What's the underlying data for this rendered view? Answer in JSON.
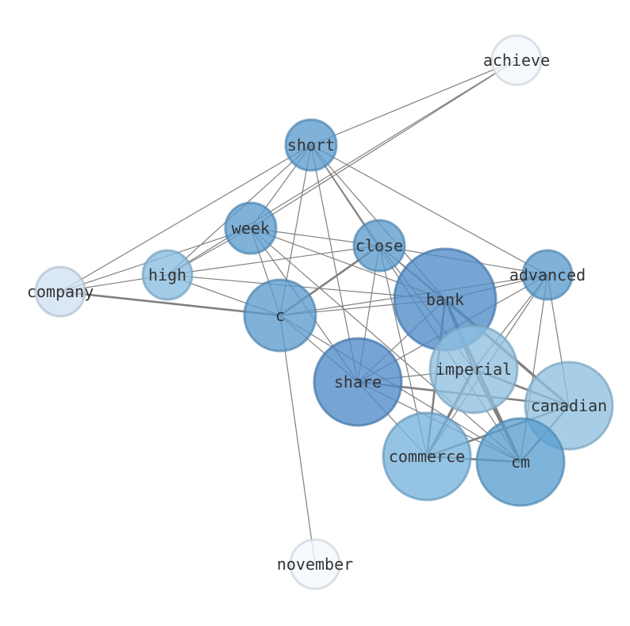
{
  "network": {
    "nodes": [
      {
        "id": "bank",
        "label": "bank",
        "color": "#4f8ac6"
      },
      {
        "id": "share",
        "label": "share",
        "color": "#4f8ac6"
      },
      {
        "id": "cm",
        "label": "cm",
        "color": "#5a9fd0"
      },
      {
        "id": "commerce",
        "label": "commerce",
        "color": "#77b2dc"
      },
      {
        "id": "canadian",
        "label": "canadian",
        "color": "#8fc0e0"
      },
      {
        "id": "imperial",
        "label": "imperial",
        "color": "#8fc0e0"
      },
      {
        "id": "c",
        "label": "c",
        "color": "#5b9bce"
      },
      {
        "id": "short",
        "label": "short",
        "color": "#5b9bce"
      },
      {
        "id": "week",
        "label": "week",
        "color": "#5b9bce"
      },
      {
        "id": "close",
        "label": "close",
        "color": "#5b9bce"
      },
      {
        "id": "advanced",
        "label": "advanced",
        "color": "#5b9bce"
      },
      {
        "id": "high",
        "label": "high",
        "color": "#88bde0"
      },
      {
        "id": "company",
        "label": "company",
        "color": "#cfe1f2"
      },
      {
        "id": "achieve",
        "label": "achieve",
        "color": "#f4f9fe"
      },
      {
        "id": "november",
        "label": "november",
        "color": "#f4f9fe"
      }
    ],
    "edges": [
      {
        "source": "achieve",
        "target": "short",
        "weight": 1
      },
      {
        "source": "achieve",
        "target": "week",
        "weight": 1
      },
      {
        "source": "achieve",
        "target": "high",
        "weight": 1
      },
      {
        "source": "short",
        "target": "company",
        "weight": 1
      },
      {
        "source": "short",
        "target": "week",
        "weight": 1
      },
      {
        "source": "short",
        "target": "high",
        "weight": 1
      },
      {
        "source": "short",
        "target": "c",
        "weight": 1
      },
      {
        "source": "short",
        "target": "share",
        "weight": 1
      },
      {
        "source": "short",
        "target": "close",
        "weight": 1
      },
      {
        "source": "short",
        "target": "bank",
        "weight": 1
      },
      {
        "source": "short",
        "target": "advanced",
        "weight": 1
      },
      {
        "source": "short",
        "target": "cm",
        "weight": 1
      },
      {
        "source": "week",
        "target": "company",
        "weight": 1
      },
      {
        "source": "week",
        "target": "high",
        "weight": 1
      },
      {
        "source": "week",
        "target": "c",
        "weight": 1
      },
      {
        "source": "week",
        "target": "close",
        "weight": 1
      },
      {
        "source": "week",
        "target": "bank",
        "weight": 1
      },
      {
        "source": "week",
        "target": "share",
        "weight": 1
      },
      {
        "source": "week",
        "target": "cm",
        "weight": 1
      },
      {
        "source": "close",
        "target": "high",
        "weight": 1
      },
      {
        "source": "close",
        "target": "c",
        "weight": 2
      },
      {
        "source": "close",
        "target": "share",
        "weight": 1
      },
      {
        "source": "close",
        "target": "bank",
        "weight": 1
      },
      {
        "source": "close",
        "target": "advanced",
        "weight": 1
      },
      {
        "source": "close",
        "target": "commerce",
        "weight": 1
      },
      {
        "source": "close",
        "target": "imperial",
        "weight": 1
      },
      {
        "source": "close",
        "target": "canadian",
        "weight": 1
      },
      {
        "source": "high",
        "target": "company",
        "weight": 1
      },
      {
        "source": "high",
        "target": "c",
        "weight": 1
      },
      {
        "source": "high",
        "target": "bank",
        "weight": 1
      },
      {
        "source": "company",
        "target": "c",
        "weight": 2
      },
      {
        "source": "c",
        "target": "bank",
        "weight": 1
      },
      {
        "source": "c",
        "target": "advanced",
        "weight": 1
      },
      {
        "source": "c",
        "target": "share",
        "weight": 1
      },
      {
        "source": "c",
        "target": "november",
        "weight": 1
      },
      {
        "source": "c",
        "target": "cm",
        "weight": 1
      },
      {
        "source": "advanced",
        "target": "bank",
        "weight": 1
      },
      {
        "source": "advanced",
        "target": "share",
        "weight": 1
      },
      {
        "source": "advanced",
        "target": "commerce",
        "weight": 1
      },
      {
        "source": "advanced",
        "target": "canadian",
        "weight": 1
      },
      {
        "source": "advanced",
        "target": "cm",
        "weight": 1
      },
      {
        "source": "advanced",
        "target": "imperial",
        "weight": 1
      },
      {
        "source": "bank",
        "target": "share",
        "weight": 1
      },
      {
        "source": "bank",
        "target": "imperial",
        "weight": 2
      },
      {
        "source": "bank",
        "target": "canadian",
        "weight": 3
      },
      {
        "source": "bank",
        "target": "commerce",
        "weight": 2
      },
      {
        "source": "bank",
        "target": "cm",
        "weight": 3
      },
      {
        "source": "share",
        "target": "canadian",
        "weight": 2
      },
      {
        "source": "share",
        "target": "commerce",
        "weight": 1
      },
      {
        "source": "share",
        "target": "cm",
        "weight": 1
      },
      {
        "source": "share",
        "target": "imperial",
        "weight": 1
      },
      {
        "source": "imperial",
        "target": "canadian",
        "weight": 2
      },
      {
        "source": "imperial",
        "target": "commerce",
        "weight": 3
      },
      {
        "source": "imperial",
        "target": "cm",
        "weight": 2
      },
      {
        "source": "canadian",
        "target": "commerce",
        "weight": 2
      },
      {
        "source": "canadian",
        "target": "cm",
        "weight": 2
      },
      {
        "source": "commerce",
        "target": "cm",
        "weight": 2
      }
    ]
  }
}
